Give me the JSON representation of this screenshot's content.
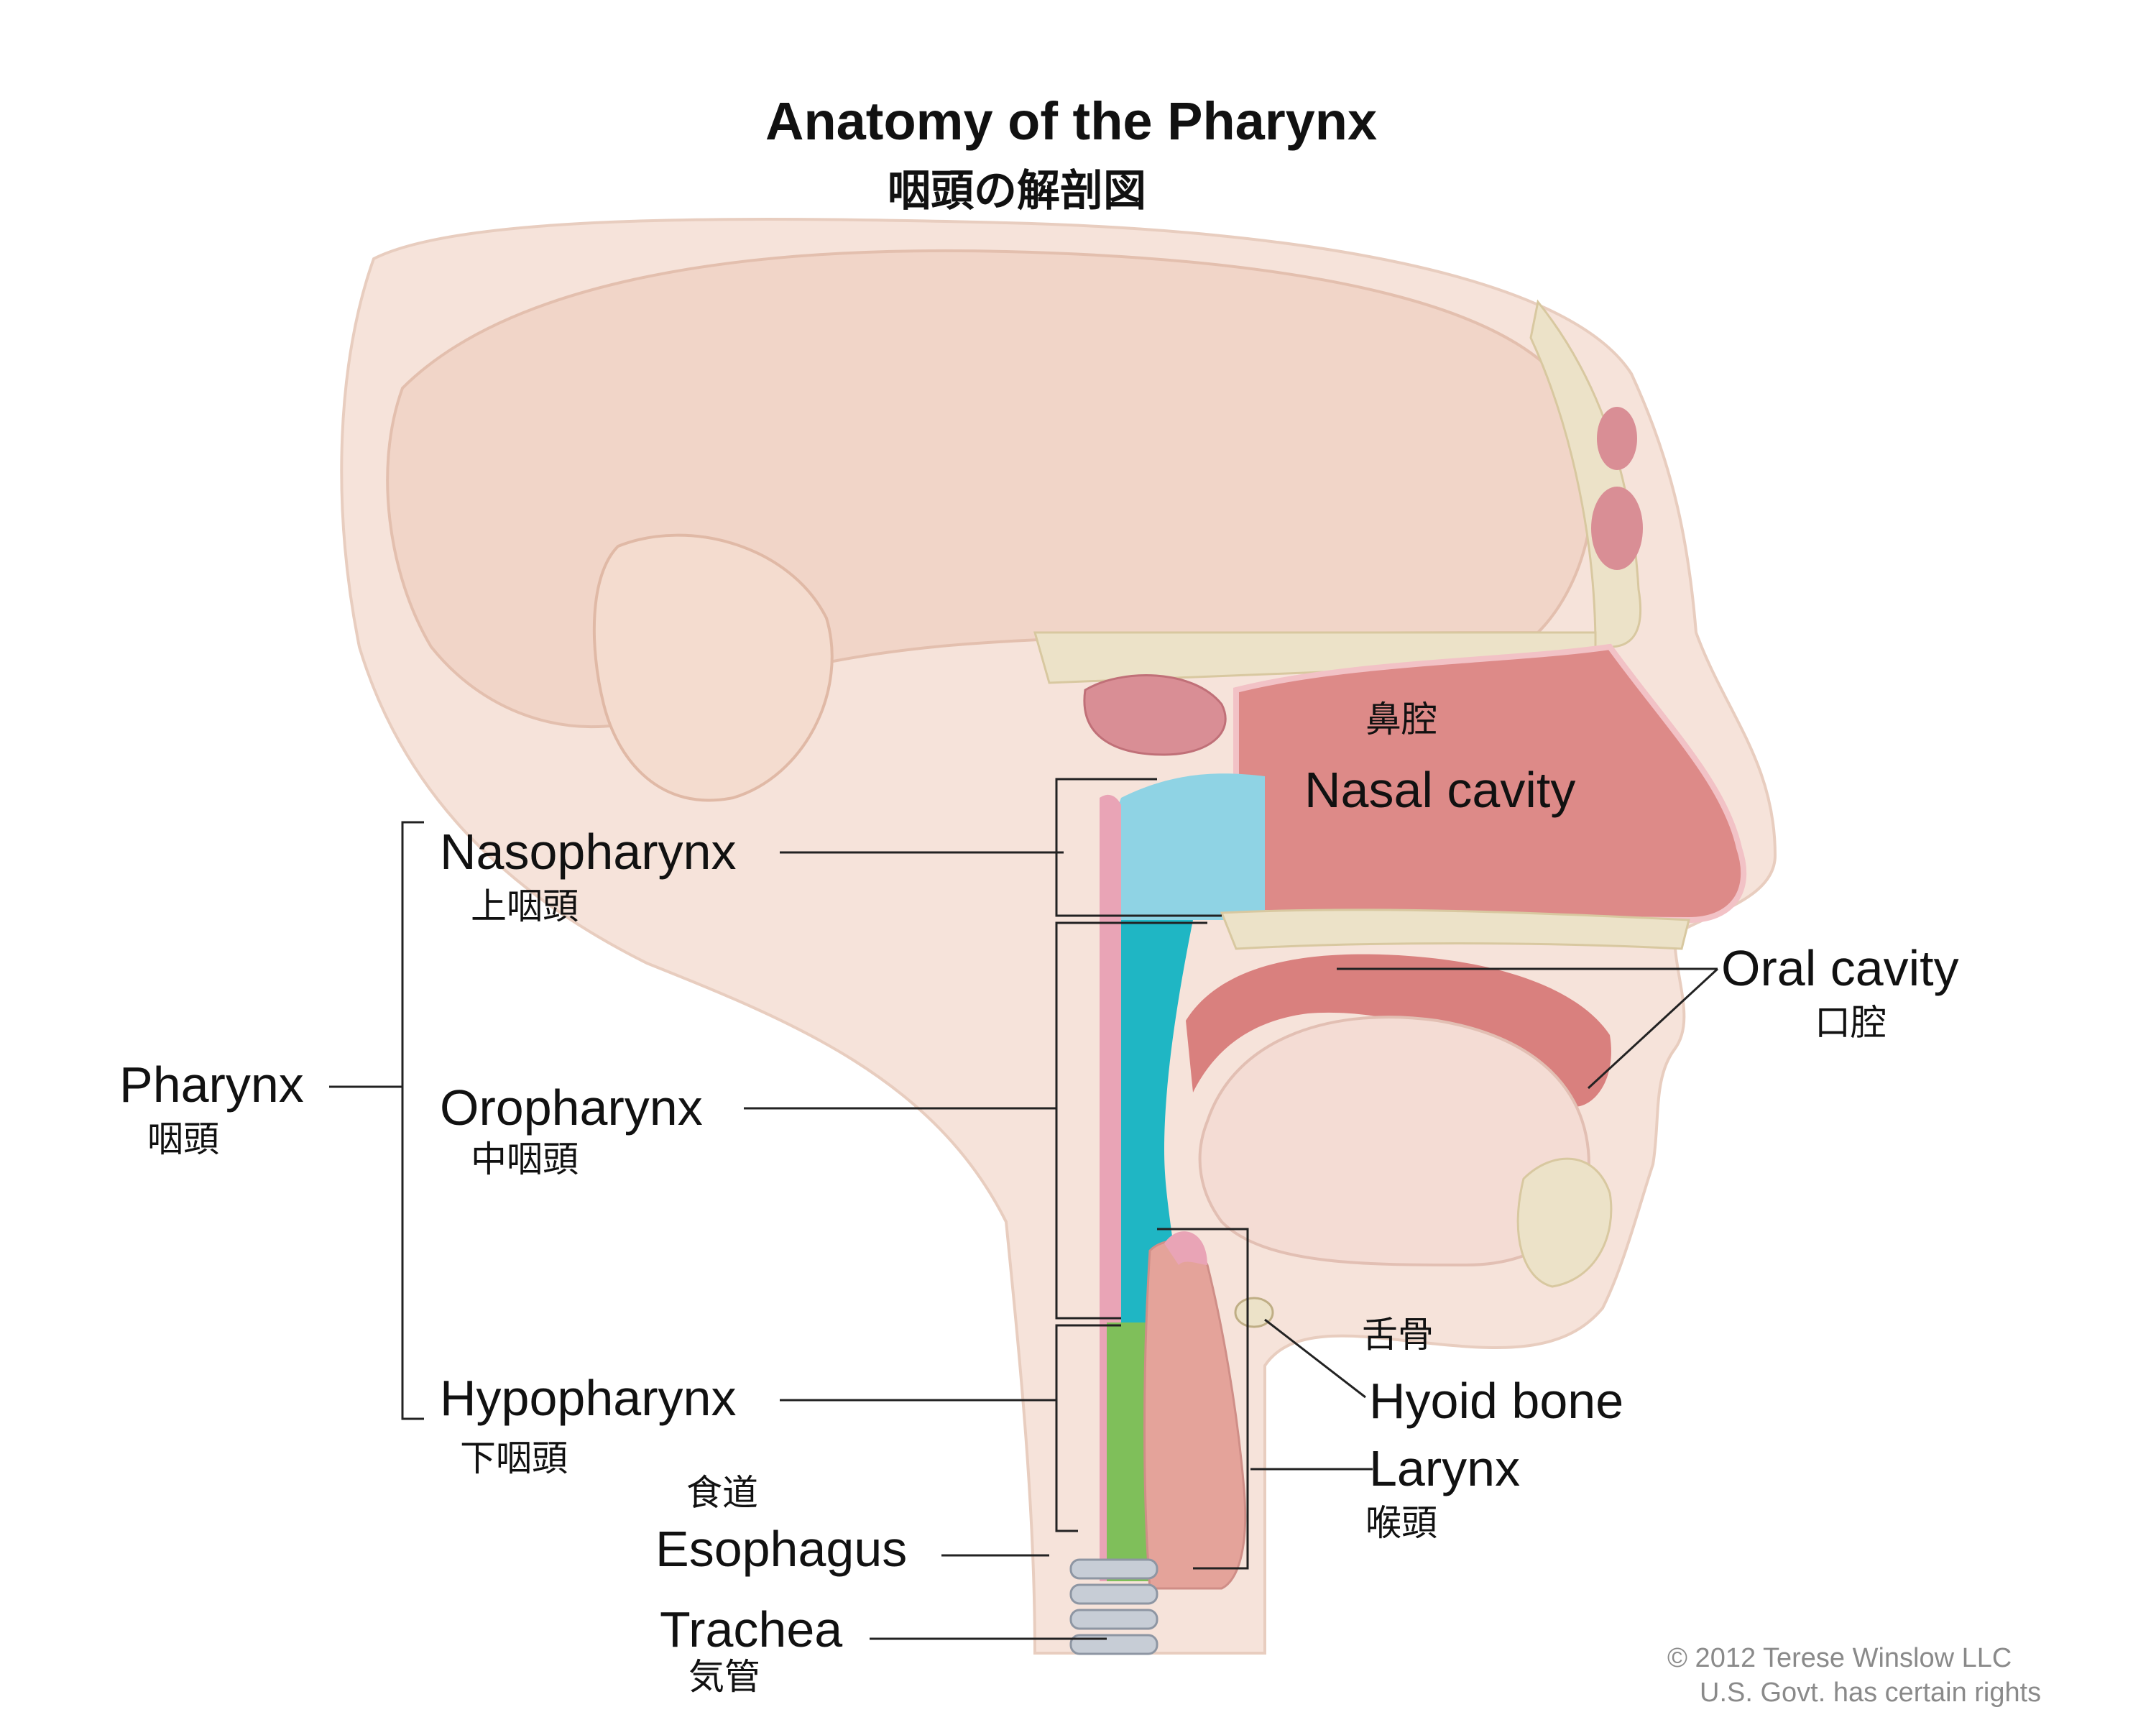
{
  "header": {
    "title": "Anatomy of the Pharynx",
    "subtitle": "咽頭の解剖図"
  },
  "labels": {
    "nasal_cavity": {
      "en": "Nasal cavity",
      "jp": "鼻腔"
    },
    "nasopharynx": {
      "en": "Nasopharynx",
      "jp": "上咽頭"
    },
    "oral_cavity": {
      "en": "Oral cavity",
      "jp": "口腔"
    },
    "pharynx": {
      "en": "Pharynx",
      "jp": "咽頭"
    },
    "oropharynx": {
      "en": "Oropharynx",
      "jp": "中咽頭"
    },
    "hyoid_bone": {
      "en": "Hyoid bone",
      "jp": "舌骨"
    },
    "hypopharynx": {
      "en": "Hypopharynx",
      "jp": "下咽頭"
    },
    "larynx": {
      "en": "Larynx",
      "jp": "喉頭"
    },
    "esophagus": {
      "en": "Esophagus",
      "jp": "食道"
    },
    "trachea": {
      "en": "Trachea",
      "jp": "気管"
    }
  },
  "footer": {
    "copyright": "© 2012 Terese Winslow LLC",
    "rights": "U.S. Govt. has certain rights"
  },
  "colors": {
    "skin": "#f3ddd2",
    "brain": "#f0d4c6",
    "nasal": "#dd8a88",
    "pharynx_blue": "#62c4d8",
    "pharynx_teal": "#1fb6c4",
    "esophagus_green": "#7fbf5a",
    "airway_pink": "#e9a4b6",
    "bone": "#ece2c8"
  }
}
